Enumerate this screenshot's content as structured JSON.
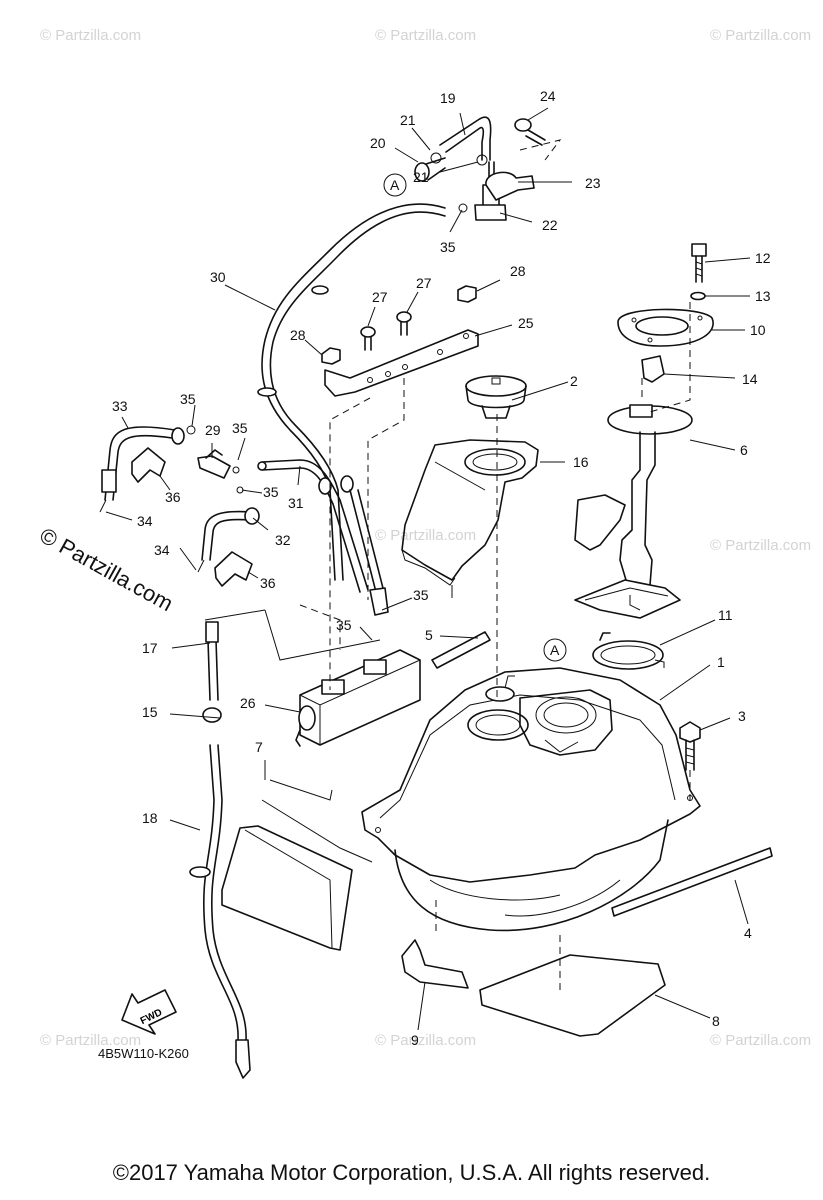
{
  "diagram_code": "4B5W110-K260",
  "fwd_label": "FWD",
  "copyright": "©2017  Yamaha Motor Corporation, U.S.A. All rights reserved.",
  "watermark_main": "© Partzilla.com",
  "watermark_faint": "© Partzilla.com",
  "connector_label": "A",
  "callouts": [
    "1",
    "2",
    "3",
    "4",
    "5",
    "6",
    "7",
    "8",
    "9",
    "10",
    "11",
    "12",
    "13",
    "14",
    "15",
    "16",
    "17",
    "18",
    "19",
    "20",
    "21",
    "21",
    "22",
    "23",
    "24",
    "25",
    "26",
    "27",
    "27",
    "28",
    "28",
    "29",
    "30",
    "31",
    "32",
    "33",
    "34",
    "34",
    "35",
    "35",
    "35",
    "35",
    "35",
    "35",
    "36",
    "36"
  ]
}
